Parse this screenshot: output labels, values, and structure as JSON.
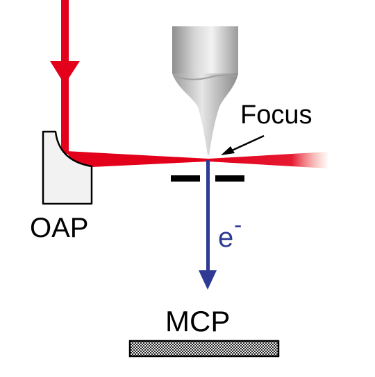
{
  "labels": {
    "focus": "Focus",
    "oap": "OAP",
    "electron": "e",
    "electron_charge": "-",
    "mcp": "MCP"
  },
  "colors": {
    "laser": "#e3001b",
    "electron_beam": "#2e3a93",
    "outline": "#000000",
    "mirror_fill": "#f2f2f2",
    "tip_metal": "#b8b8b8"
  },
  "icons": {
    "tip": "field-emitter-tip",
    "mirror": "off-axis-parabolic-mirror",
    "aperture": "aperture-slit",
    "detector": "microchannel-plate"
  }
}
